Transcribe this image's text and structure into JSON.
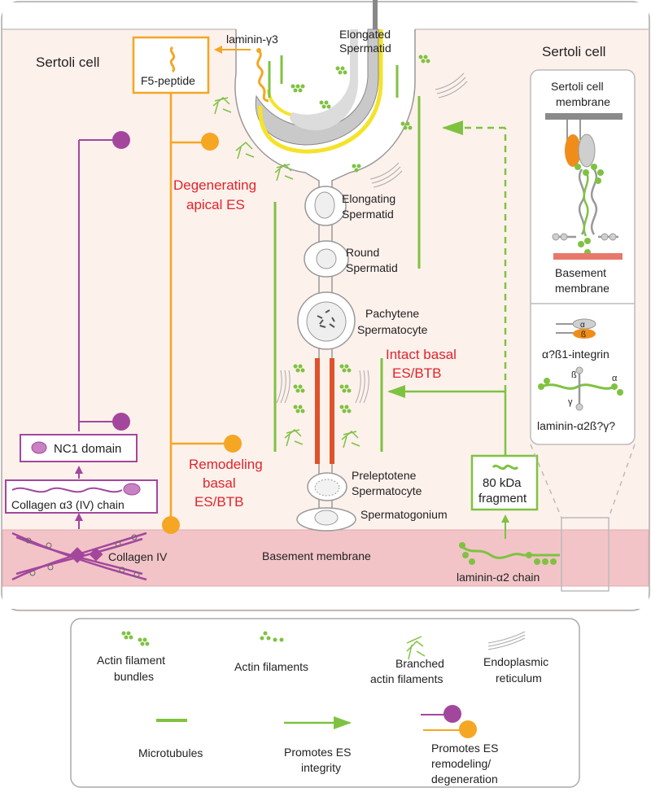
{
  "labels": {
    "sertoli_left": "Sertoli cell",
    "sertoli_right": "Sertoli cell",
    "laminin_gamma3": "laminin-γ3",
    "f5_peptide": "F5-peptide",
    "elongated_line1": "Elongated",
    "elongated_line2": "Spermatid",
    "elongating_line1": "Elongating",
    "elongating_line2": "Spermatid",
    "round_line1": "Round",
    "round_line2": "Spermatid",
    "pachytene_line1": "Pachytene",
    "pachytene_line2": "Spermatocyte",
    "preleptotene_line1": "Preleptotene",
    "preleptotene_line2": "Spermatocyte",
    "spermatogonium": "Spermatogonium",
    "degenerating_line1": "Degenerating",
    "degenerating_line2": "apical ES",
    "intact_line1": "Intact basal",
    "intact_line2": "ES/BTB",
    "remodeling_line1": "Remodeling",
    "remodeling_line2": "basal",
    "remodeling_line3": "ES/BTB",
    "nc1_domain": "NC1 domain",
    "collagen_chain": "Collagen α3 (IV) chain",
    "collagen_iv": "Collagen IV",
    "basement_membrane": "Basement membrane",
    "fragment_line1": "80 kDa",
    "fragment_line2": "fragment",
    "laminin_alpha2_chain": "laminin-α2 chain",
    "sertoli_membrane_line1": "Sertoli cell",
    "sertoli_membrane_line2": "membrane",
    "basement_right_line1": "Basement",
    "basement_right_line2": "membrane",
    "alpha_symbol": "α",
    "beta_symbol": "ß",
    "integrin_label": "α?ß1-integrin",
    "laminin_beta": "ß",
    "laminin_alpha": "α",
    "laminin_gamma": "γ",
    "laminin_label": "laminin-α2ß?γ?"
  },
  "legend": {
    "actin_bundles_line1": "Actin filament",
    "actin_bundles_line2": "bundles",
    "actin_filaments": "Actin filaments",
    "branched_line1": "Branched",
    "branched_line2": "actin filaments",
    "er_line1": "Endoplasmic",
    "er_line2": "reticulum",
    "microtubules": "Microtubules",
    "promotes_integrity_line1": "Promotes ES",
    "promotes_integrity_line2": "integrity",
    "promotes_remodeling_line1": "Promotes ES",
    "promotes_remodeling_line2": "remodeling/",
    "promotes_remodeling_line3": "degeneration"
  },
  "colors": {
    "cell_fill": "#fdf1ec",
    "basement_fill": "#f2c4c8",
    "purple": "#a3479d",
    "orange": "#f5a623",
    "green": "#7fc241",
    "red_text": "#e0242b",
    "btb_bar": "#e0522a",
    "gray": "#999999"
  }
}
